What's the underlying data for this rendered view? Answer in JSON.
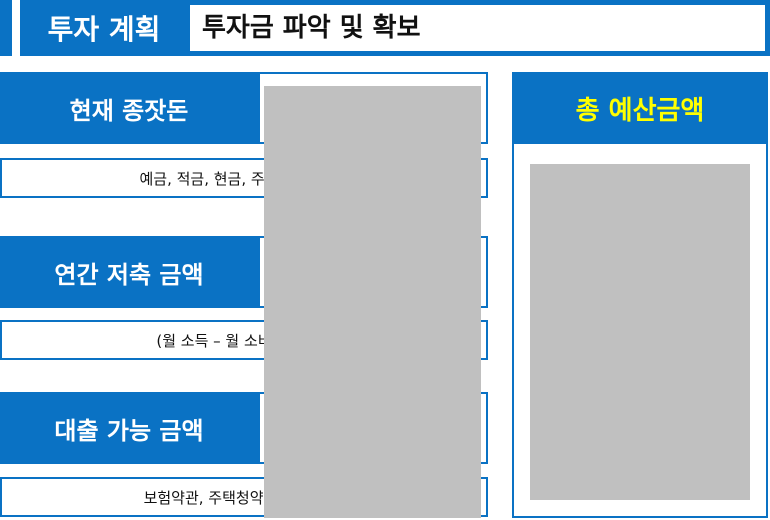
{
  "header": {
    "section_label": "투자 계획",
    "title": "투자금 파악 및 확보"
  },
  "items": [
    {
      "label": "현재 종잣돈",
      "note": "예금, 적금, 현금, 주식"
    },
    {
      "label": "연간 저축 금액",
      "note": "(월 소득 – 월 소비"
    },
    {
      "label": "대출 가능 금액",
      "note": "보험약관, 주택청약담보, 하"
    }
  ],
  "budget": {
    "title": "총 예산금액"
  },
  "colors": {
    "primary_blue": "#0a72c4",
    "highlight_yellow": "#ffff00",
    "redacted_gray": "#c0c0c0"
  }
}
